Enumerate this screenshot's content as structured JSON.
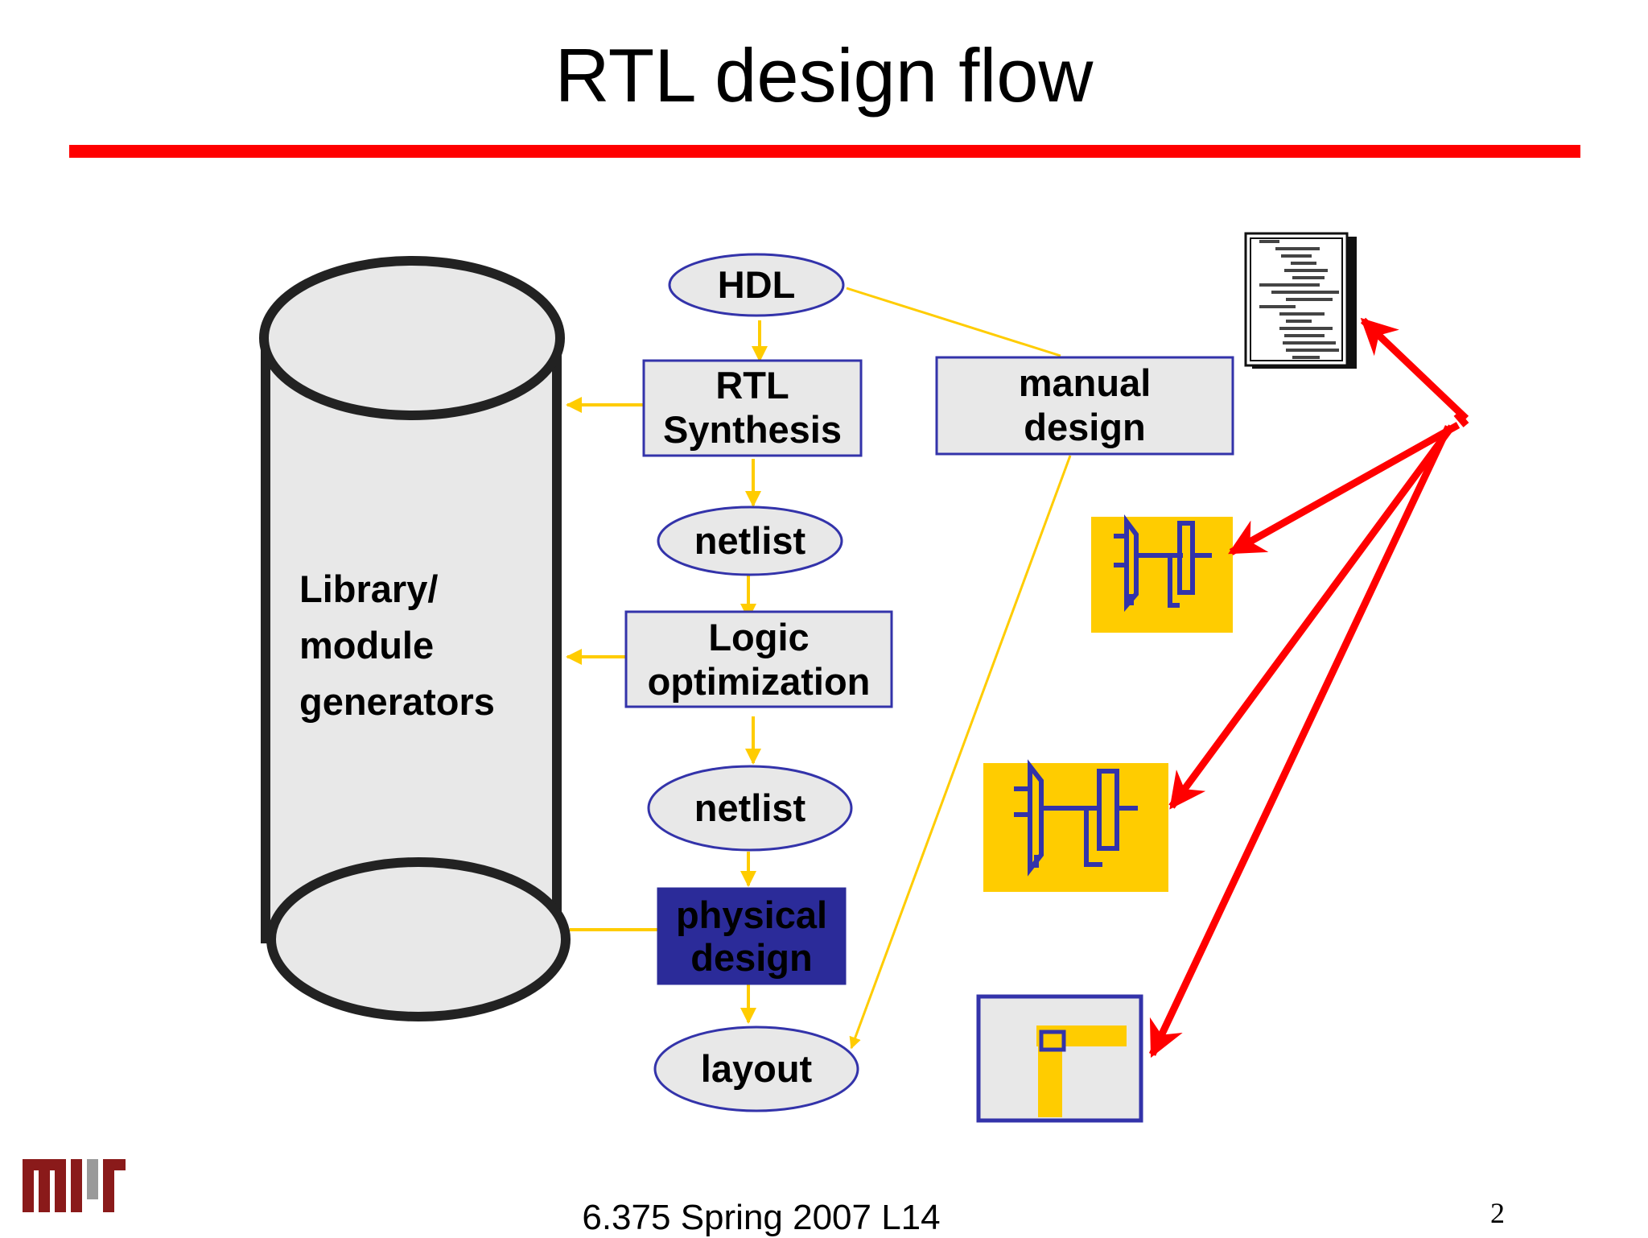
{
  "slide": {
    "title": "RTL design flow",
    "footer": "6.375 Spring 2007 L14",
    "page_number": "2"
  },
  "flow": {
    "hdl": "HDL",
    "rtl_synthesis": [
      "RTL",
      "Synthesis"
    ],
    "netlist_1": "netlist",
    "logic_optimization": [
      "Logic",
      "optimization"
    ],
    "netlist_2": "netlist",
    "physical_design": [
      "physical",
      "design"
    ],
    "layout": "layout",
    "manual_design": [
      "manual",
      "design"
    ]
  },
  "library": {
    "label": [
      "Library/",
      "module",
      "generators"
    ]
  },
  "colors": {
    "title_rule": "#ff0000",
    "ellipse_stroke": "#3333aa",
    "box_fill": "#e8e8e8",
    "highlight_fill": "#2b2b99",
    "flow_arrow": "#ffcc00",
    "red_arrow": "#ff0000",
    "schematic_bg": "#ffcc00"
  },
  "icons": [
    "mit-logo",
    "hdl-text-document-icon",
    "schematic-icon",
    "layout-icon"
  ]
}
